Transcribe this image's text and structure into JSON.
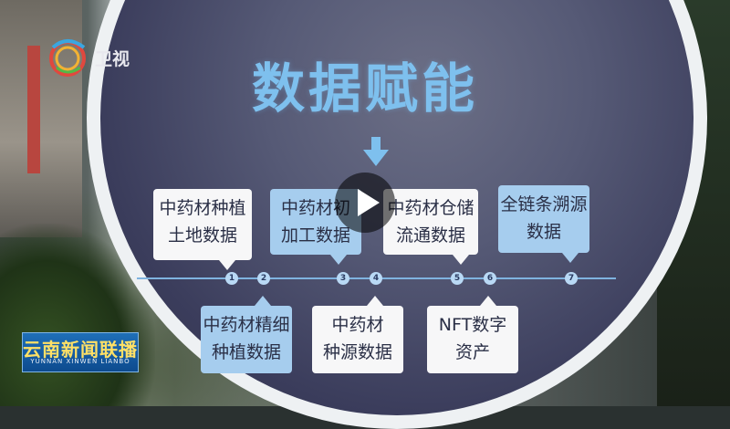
{
  "board": {
    "title": "数据赋能",
    "cards_top": [
      {
        "line1": "中药材种植",
        "line2": "土地数据",
        "style": "white"
      },
      {
        "line1": "中药材初",
        "line2": "加工数据",
        "style": "blue"
      },
      {
        "line1": "中药材仓储",
        "line2": "流通数据",
        "style": "white"
      },
      {
        "line1": "全链条溯源",
        "line2": "数据",
        "style": "blue"
      }
    ],
    "cards_bottom": [
      {
        "line1": "中药材精细",
        "line2": "种植数据",
        "style": "blue"
      },
      {
        "line1": "中药材",
        "line2": "种源数据",
        "style": "white"
      },
      {
        "line1": "NFT数字",
        "line2": "资产",
        "style": "white"
      }
    ],
    "nodes": [
      "1",
      "2",
      "3",
      "4",
      "5",
      "6",
      "7"
    ]
  },
  "overlay": {
    "channel_logo_text": "卫视",
    "news_program": "云南新闻联播",
    "news_program_latin": "YUNNAN XINWEN LIANBO",
    "play_icon": "play-icon"
  },
  "colors": {
    "title": "#7ec0ee",
    "card_blue": "#a6cdee",
    "card_white": "#f7f7f8",
    "board": "#565a76",
    "news_title": "#ffe066"
  }
}
